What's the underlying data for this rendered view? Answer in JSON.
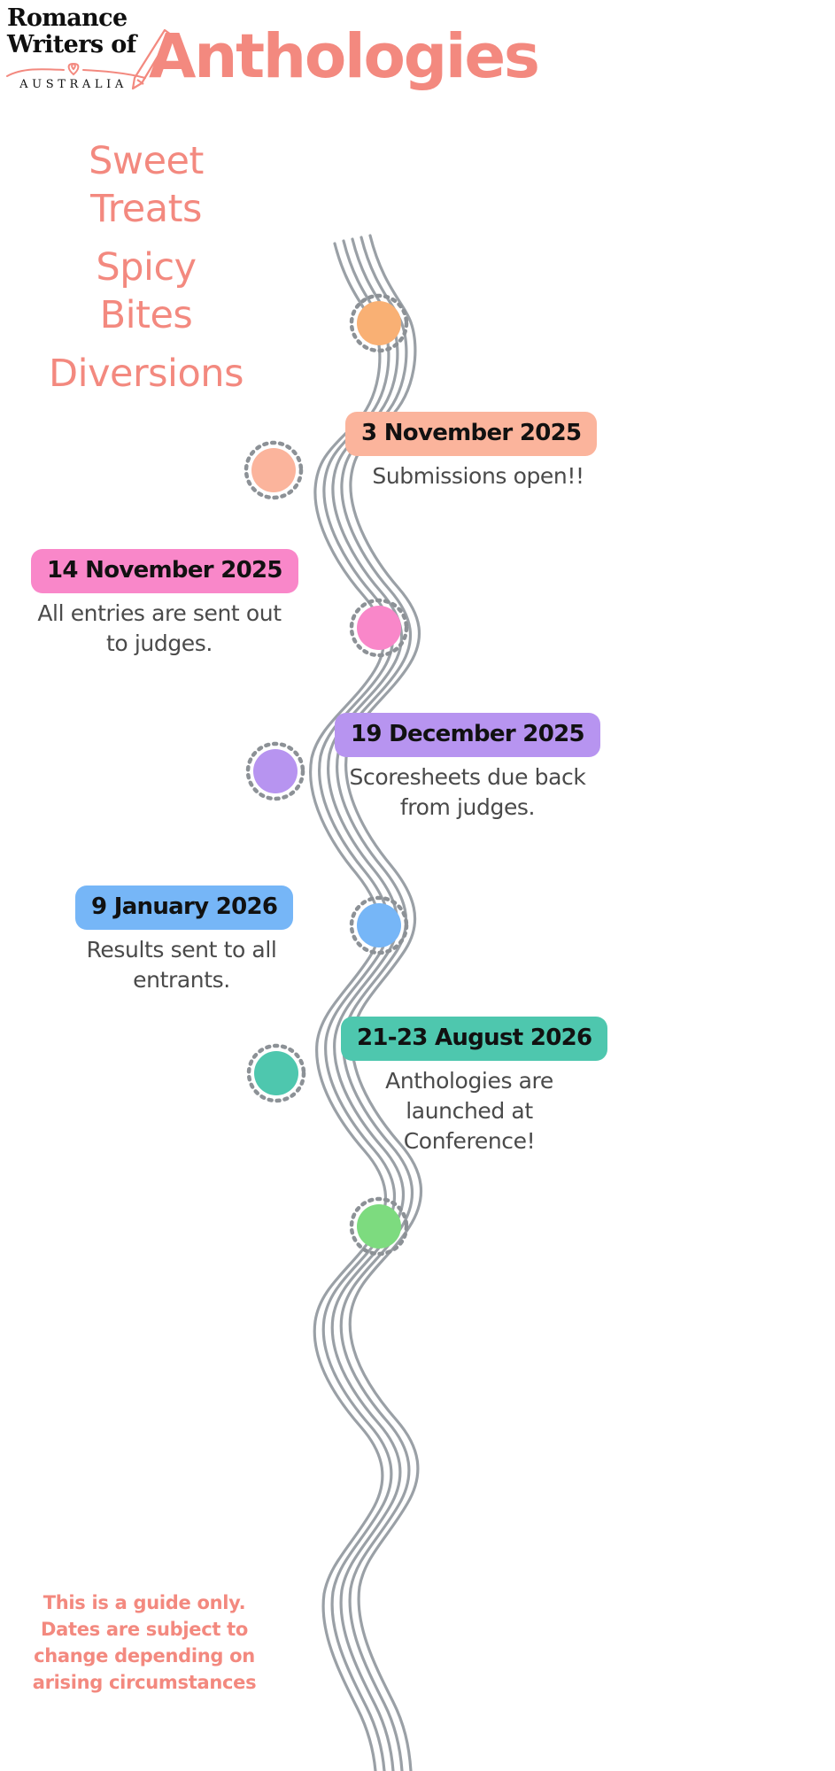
{
  "header": {
    "logo": {
      "line1": "Romance",
      "line2": "Writers of",
      "line3": "AUSTRALIA",
      "heart_icon": "heart-icon",
      "swoosh_icon": "swoosh-underline-icon",
      "pencil_icon": "pencil-icon"
    },
    "title": "Anthologies"
  },
  "categories": [
    {
      "label": "Sweet\nTreats"
    },
    {
      "label": "Spicy\nBites"
    },
    {
      "label": "Diversions"
    }
  ],
  "category_lines": {
    "c1a": "Sweet",
    "c1b": "Treats",
    "c2a": "Spicy",
    "c2b": "Bites",
    "c3": "Diversions"
  },
  "timeline": {
    "ribbon_color": "#9aa0a6",
    "ring_color": "#8c9196",
    "milestones": [
      {
        "date": "",
        "description": "",
        "color": "#f9b074",
        "side": "none",
        "node_name": "timeline-node-orange"
      },
      {
        "date": "3 November 2025",
        "description": "Submissions open!!",
        "color": "#fbb49c",
        "side": "right",
        "node_name": "timeline-node-peach"
      },
      {
        "date": "14 November 2025",
        "description": "All entries are sent out to judges.",
        "color": "#f987c9",
        "side": "left",
        "node_name": "timeline-node-pink"
      },
      {
        "date": "19 December 2025",
        "description": "Scoresheets due back from judges.",
        "color": "#b794f0",
        "side": "right",
        "node_name": "timeline-node-purple"
      },
      {
        "date": "9 January 2026",
        "description": "Results sent to all entrants.",
        "color": "#76b6f7",
        "side": "left",
        "node_name": "timeline-node-blue"
      },
      {
        "date": "21-23 August 2026",
        "description": "Anthologies are launched at Conference!",
        "color": "#4ec7ae",
        "side": "right",
        "node_name": "timeline-node-teal"
      },
      {
        "date": "",
        "description": "",
        "color": "#7ddb7f",
        "side": "none",
        "node_name": "timeline-node-green"
      }
    ]
  },
  "footer": {
    "disclaimer": "This is a guide only. Dates are subject to change depending on arising circumstances"
  },
  "colors": {
    "coral": "#f3897f",
    "text_dark": "#111111",
    "text_gray": "#4a4a4a",
    "background": "#ffffff"
  }
}
